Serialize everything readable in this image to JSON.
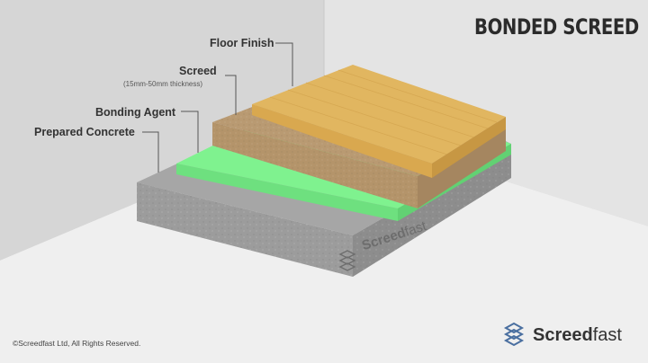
{
  "title": "BONDED SCREED",
  "labels": {
    "floor_finish": "Floor Finish",
    "screed": "Screed",
    "screed_thickness": "(15mm-50mm thickness)",
    "bonding_agent": "Bonding Agent",
    "prepared_concrete": "Prepared Concrete"
  },
  "brand": {
    "bold": "Screed",
    "light": "fast"
  },
  "side_brand": {
    "bold": "Screed",
    "light": "fast"
  },
  "copyright": "©Screedfast Ltd, All Rights Reserved.",
  "colors": {
    "concrete": "#a6a6a6",
    "bonding_agent": "#7ff28f",
    "screed": "#b99a72",
    "floor_finish": "#e1b660",
    "wall": "#d6d6d6",
    "floor": "#efefef"
  }
}
